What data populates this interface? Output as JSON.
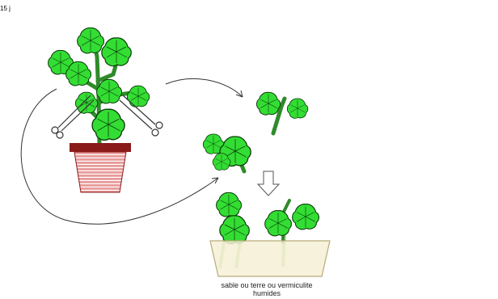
{
  "labels": {
    "substrate_caption_line1": "sable ou terre ou vermiculite",
    "substrate_caption_line2": "humides",
    "duration": "15 j"
  },
  "colors": {
    "leaf": "#33dd33",
    "leaf_outline": "#0a3a0a",
    "stem": "#2f8a2a",
    "pot": "#e89a9a",
    "pot_stripes": "#ffffff",
    "pot_rim": "#8a1a1a",
    "tray_fill": "#f5f0d6",
    "tray_outline": "#b8aa7a",
    "arrow": "#333333"
  },
  "icons": [
    "scissors-icon",
    "down-arrow-icon",
    "right-arrow-icon",
    "flower-pot-icon",
    "rooting-tray-icon"
  ]
}
